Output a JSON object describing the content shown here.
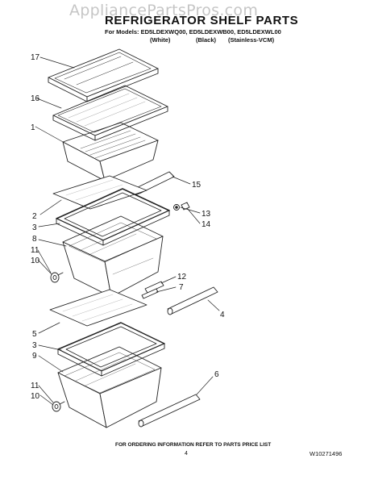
{
  "watermark": "AppliancePartsPros.com",
  "header": {
    "title": "REFRIGERATOR SHELF PARTS",
    "models_line": "For Models: ED5LDEXWQ00, ED5LDEXWB00, ED5LDEXWL00",
    "variants": [
      "(White)",
      "(Black)",
      "(Stainless-VCM)"
    ]
  },
  "callouts": [
    "17",
    "16",
    "1",
    "15",
    "2",
    "13",
    "3",
    "14",
    "8",
    "11",
    "10",
    "12",
    "7",
    "4",
    "5",
    "3",
    "9",
    "6",
    "11",
    "10"
  ],
  "footer": {
    "ordering_note": "FOR ORDERING INFORMATION REFER TO PARTS PRICE LIST",
    "page_number": "4",
    "document_number": "W10271496"
  }
}
